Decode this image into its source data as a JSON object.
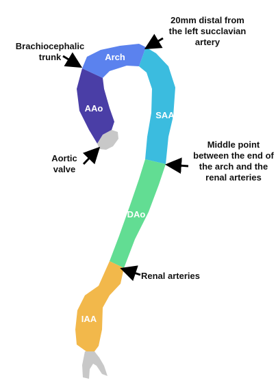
{
  "segments": {
    "arch": {
      "label": "Arch",
      "color": "#5b82ee"
    },
    "aao": {
      "label": "AAo",
      "color": "#4a3ea6"
    },
    "saa": {
      "label": "SAA",
      "color": "#3bbcdf"
    },
    "dao": {
      "label": "DAo",
      "color": "#62dd93"
    },
    "iaa": {
      "label": "IAA",
      "color": "#f2b84b"
    },
    "grey_color": "#c8c8c8"
  },
  "annotations": {
    "distal": {
      "line1": "20mm distal from",
      "line2": "the left succlavian",
      "line3": "artery"
    },
    "brachio": {
      "line1": "Brachiocephalic",
      "line2": "trunk"
    },
    "aortic_valve": {
      "line1": "Aortic",
      "line2": "valve"
    },
    "midpoint": {
      "line1": "Middle point",
      "line2": "between the end of",
      "line3": "the arch and the",
      "line4": "renal arteries"
    },
    "renal": {
      "line1": "Renal arteries"
    }
  }
}
